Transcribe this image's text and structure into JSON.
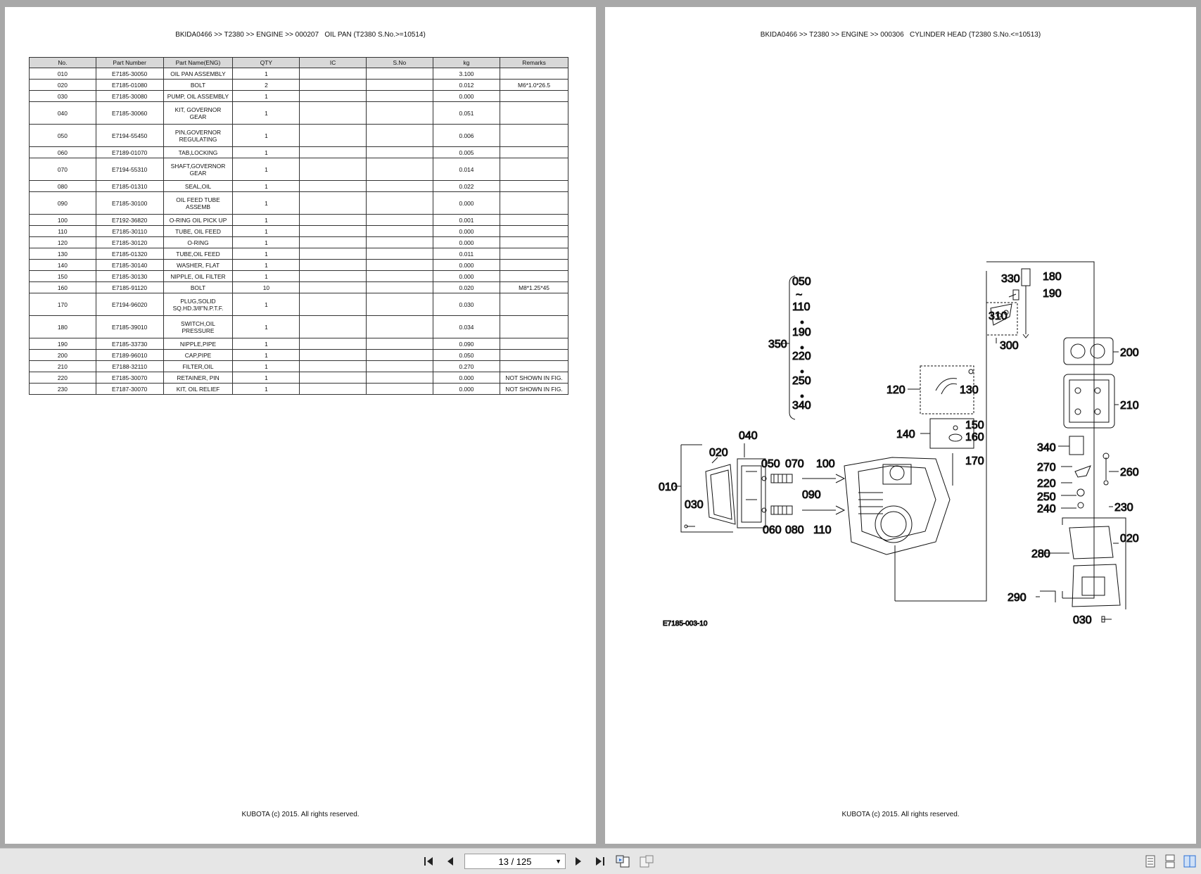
{
  "left_page": {
    "header": "BKIDA0466 >> T2380 >> ENGINE >> 000207   OIL PAN (T2380 S.No.>=10514)",
    "footer": "KUBOTA (c) 2015. All rights reserved.",
    "table": {
      "columns": [
        "No.",
        "Part Number",
        "Part Name(ENG)",
        "QTY",
        "IC",
        "S.No",
        "kg",
        "Remarks"
      ],
      "rows": [
        {
          "no": "010",
          "pn": "E7185-30050",
          "name": [
            "OIL PAN ASSEMBLY"
          ],
          "qty": "1",
          "ic": "",
          "sno": "",
          "kg": "3.100",
          "rem": ""
        },
        {
          "no": "020",
          "pn": "E7185-01080",
          "name": [
            "BOLT"
          ],
          "qty": "2",
          "ic": "",
          "sno": "",
          "kg": "0.012",
          "rem": "M6*1.0*26.5"
        },
        {
          "no": "030",
          "pn": "E7185-30080",
          "name": [
            "PUMP, OIL ASSEMBLY"
          ],
          "qty": "1",
          "ic": "",
          "sno": "",
          "kg": "0.000",
          "rem": ""
        },
        {
          "no": "040",
          "pn": "E7185-30060",
          "name": [
            "KIT, GOVERNOR",
            "GEAR"
          ],
          "qty": "1",
          "ic": "",
          "sno": "",
          "kg": "0.051",
          "rem": ""
        },
        {
          "no": "050",
          "pn": "E7194-55450",
          "name": [
            "PIN,GOVERNOR",
            "REGULATING"
          ],
          "qty": "1",
          "ic": "",
          "sno": "",
          "kg": "0.006",
          "rem": ""
        },
        {
          "no": "060",
          "pn": "E7189-01070",
          "name": [
            "TAB,LOCKING"
          ],
          "qty": "1",
          "ic": "",
          "sno": "",
          "kg": "0.005",
          "rem": ""
        },
        {
          "no": "070",
          "pn": "E7194-55310",
          "name": [
            "SHAFT,GOVERNOR",
            "GEAR"
          ],
          "qty": "1",
          "ic": "",
          "sno": "",
          "kg": "0.014",
          "rem": ""
        },
        {
          "no": "080",
          "pn": "E7185-01310",
          "name": [
            "SEAL,OIL"
          ],
          "qty": "1",
          "ic": "",
          "sno": "",
          "kg": "0.022",
          "rem": ""
        },
        {
          "no": "090",
          "pn": "E7185-30100",
          "name": [
            "OIL FEED TUBE",
            "ASSEMB"
          ],
          "qty": "1",
          "ic": "",
          "sno": "",
          "kg": "0.000",
          "rem": ""
        },
        {
          "no": "100",
          "pn": "E7192-36820",
          "name": [
            "O-RING OIL PICK UP"
          ],
          "qty": "1",
          "ic": "",
          "sno": "",
          "kg": "0.001",
          "rem": ""
        },
        {
          "no": "110",
          "pn": "E7185-30110",
          "name": [
            "TUBE, OIL FEED"
          ],
          "qty": "1",
          "ic": "",
          "sno": "",
          "kg": "0.000",
          "rem": ""
        },
        {
          "no": "120",
          "pn": "E7185-30120",
          "name": [
            "O-RING"
          ],
          "qty": "1",
          "ic": "",
          "sno": "",
          "kg": "0.000",
          "rem": ""
        },
        {
          "no": "130",
          "pn": "E7185-01320",
          "name": [
            "TUBE,OIL FEED"
          ],
          "qty": "1",
          "ic": "",
          "sno": "",
          "kg": "0.011",
          "rem": ""
        },
        {
          "no": "140",
          "pn": "E7185-30140",
          "name": [
            "WASHER, FLAT"
          ],
          "qty": "1",
          "ic": "",
          "sno": "",
          "kg": "0.000",
          "rem": ""
        },
        {
          "no": "150",
          "pn": "E7185-30130",
          "name": [
            "NIPPLE, OIL FILTER"
          ],
          "qty": "1",
          "ic": "",
          "sno": "",
          "kg": "0.000",
          "rem": ""
        },
        {
          "no": "160",
          "pn": "E7185-91120",
          "name": [
            "BOLT"
          ],
          "qty": "10",
          "ic": "",
          "sno": "",
          "kg": "0.020",
          "rem": "M8*1.25*45"
        },
        {
          "no": "170",
          "pn": "E7194-96020",
          "name": [
            "PLUG,SOLID",
            "SQ.HD.3/8\"N.P.T.F."
          ],
          "qty": "1",
          "ic": "",
          "sno": "",
          "kg": "0.030",
          "rem": ""
        },
        {
          "no": "180",
          "pn": "E7185-39010",
          "name": [
            "SWITCH,OIL",
            "PRESSURE"
          ],
          "qty": "1",
          "ic": "",
          "sno": "",
          "kg": "0.034",
          "rem": ""
        },
        {
          "no": "190",
          "pn": "E7185-33730",
          "name": [
            "NIPPLE,PIPE"
          ],
          "qty": "1",
          "ic": "",
          "sno": "",
          "kg": "0.090",
          "rem": ""
        },
        {
          "no": "200",
          "pn": "E7189-96010",
          "name": [
            "CAP,PIPE"
          ],
          "qty": "1",
          "ic": "",
          "sno": "",
          "kg": "0.050",
          "rem": ""
        },
        {
          "no": "210",
          "pn": "E7188-32110",
          "name": [
            "FILTER,OIL"
          ],
          "qty": "1",
          "ic": "",
          "sno": "",
          "kg": "0.270",
          "rem": ""
        },
        {
          "no": "220",
          "pn": "E7185-30070",
          "name": [
            "RETAINER, PIN"
          ],
          "qty": "1",
          "ic": "",
          "sno": "",
          "kg": "0.000",
          "rem": "NOT SHOWN IN FIG."
        },
        {
          "no": "230",
          "pn": "E7187-30070",
          "name": [
            "KIT, OIL RELIEF"
          ],
          "qty": "1",
          "ic": "",
          "sno": "",
          "kg": "0.000",
          "rem": "NOT SHOWN IN FIG."
        }
      ]
    }
  },
  "right_page": {
    "header": "BKIDA0466 >> T2380 >> ENGINE >> 000306   CYLINDER HEAD (T2380 S.No.<=10513)",
    "footer": "KUBOTA (c) 2015. All rights reserved.",
    "figure_code": "E7185-003-10",
    "callouts": {
      "c010": "010",
      "c020a": "020",
      "c030a": "030",
      "c040": "040",
      "c050": "050",
      "c070": "070",
      "c100": "100",
      "c090": "090",
      "c060": "060",
      "c080": "080",
      "c110": "110",
      "c120": "120",
      "c130": "130",
      "c140": "140",
      "c150": "150",
      "c160": "160",
      "c170": "170",
      "c330": "330",
      "c180": "180",
      "c190": "190",
      "c310": "310",
      "c300": "300",
      "c200": "200",
      "c210": "210",
      "c340": "340",
      "c270": "270",
      "c260": "260",
      "c220": "220",
      "c250": "250",
      "c240": "240",
      "c230": "230",
      "c020b": "020",
      "c280": "280",
      "c290": "290",
      "c030b": "030",
      "s050": "050",
      "s110": "110",
      "s190": "190",
      "s220": "220",
      "s250": "250",
      "s340": "340",
      "s350": "350"
    }
  },
  "toolbar": {
    "page_indicator": "13 / 125",
    "icons": [
      "first-page-icon",
      "prev-page-icon",
      "next-page-icon",
      "last-page-icon",
      "previous-view-icon",
      "next-view-icon",
      "single-page-icon",
      "continuous-icon",
      "facing-icon"
    ]
  }
}
